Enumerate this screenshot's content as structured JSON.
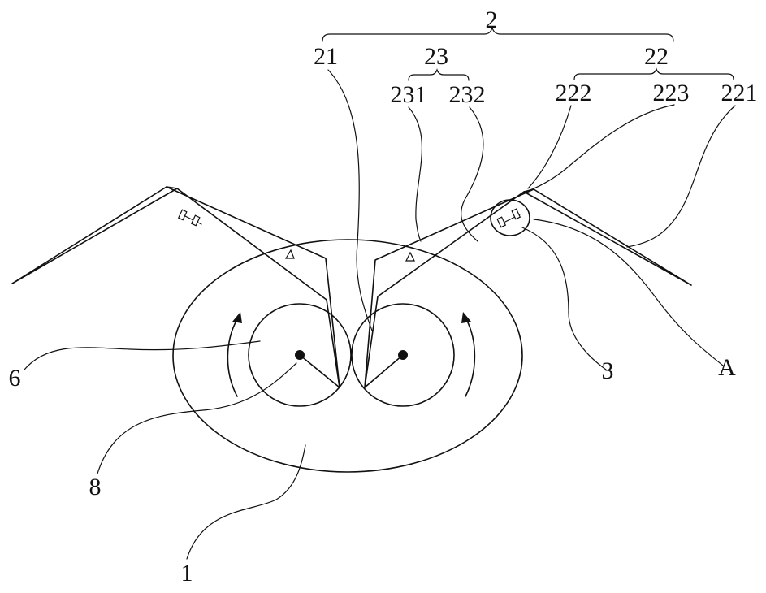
{
  "labels": {
    "group_2": "2",
    "part_21": "21",
    "group_23": "23",
    "group_22": "22",
    "part_231": "231",
    "part_232": "232",
    "part_222": "222",
    "part_223": "223",
    "part_221": "221",
    "part_6": "6",
    "part_3": "3",
    "detail_A": "A",
    "part_8": "8",
    "part_1": "1"
  }
}
